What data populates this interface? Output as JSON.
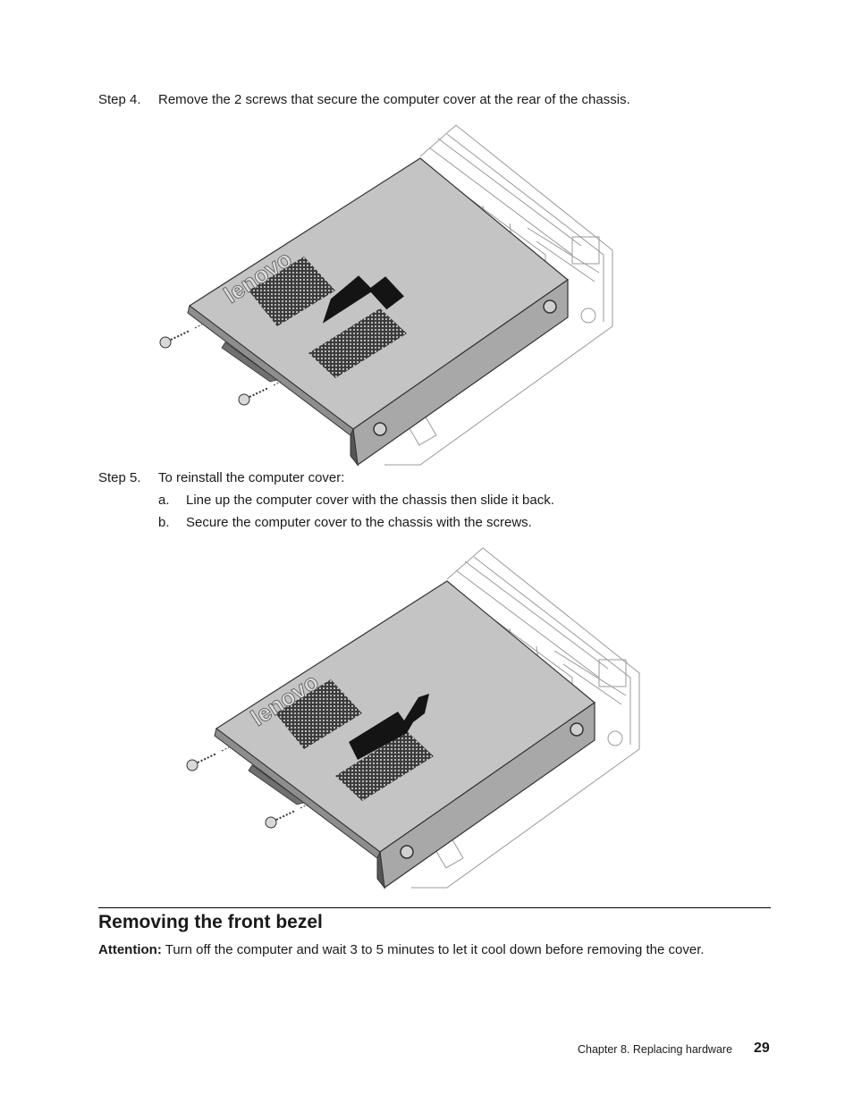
{
  "step4": {
    "label": "Step 4.",
    "text": "Remove the 2 screws that secure the computer cover at the rear of the chassis."
  },
  "figure1": {
    "logo_text": "lenovo",
    "arrow_direction": "toward-front"
  },
  "step5": {
    "label": "Step 5.",
    "text": "To reinstall the computer cover:",
    "substeps": [
      {
        "label": "a.",
        "text": "Line up the computer cover with the chassis then slide it back."
      },
      {
        "label": "b.",
        "text": "Secure the computer cover to the chassis with the screws."
      }
    ]
  },
  "figure2": {
    "logo_text": "lenovo",
    "arrow_direction": "toward-rear"
  },
  "section": {
    "heading": "Removing the front bezel",
    "attention_label": "Attention:",
    "attention_text": " Turn off the computer and wait 3 to 5 minutes to let it cool down before removing the cover."
  },
  "footer": {
    "chapter": "Chapter 8.  Replacing hardware",
    "page": "29"
  }
}
